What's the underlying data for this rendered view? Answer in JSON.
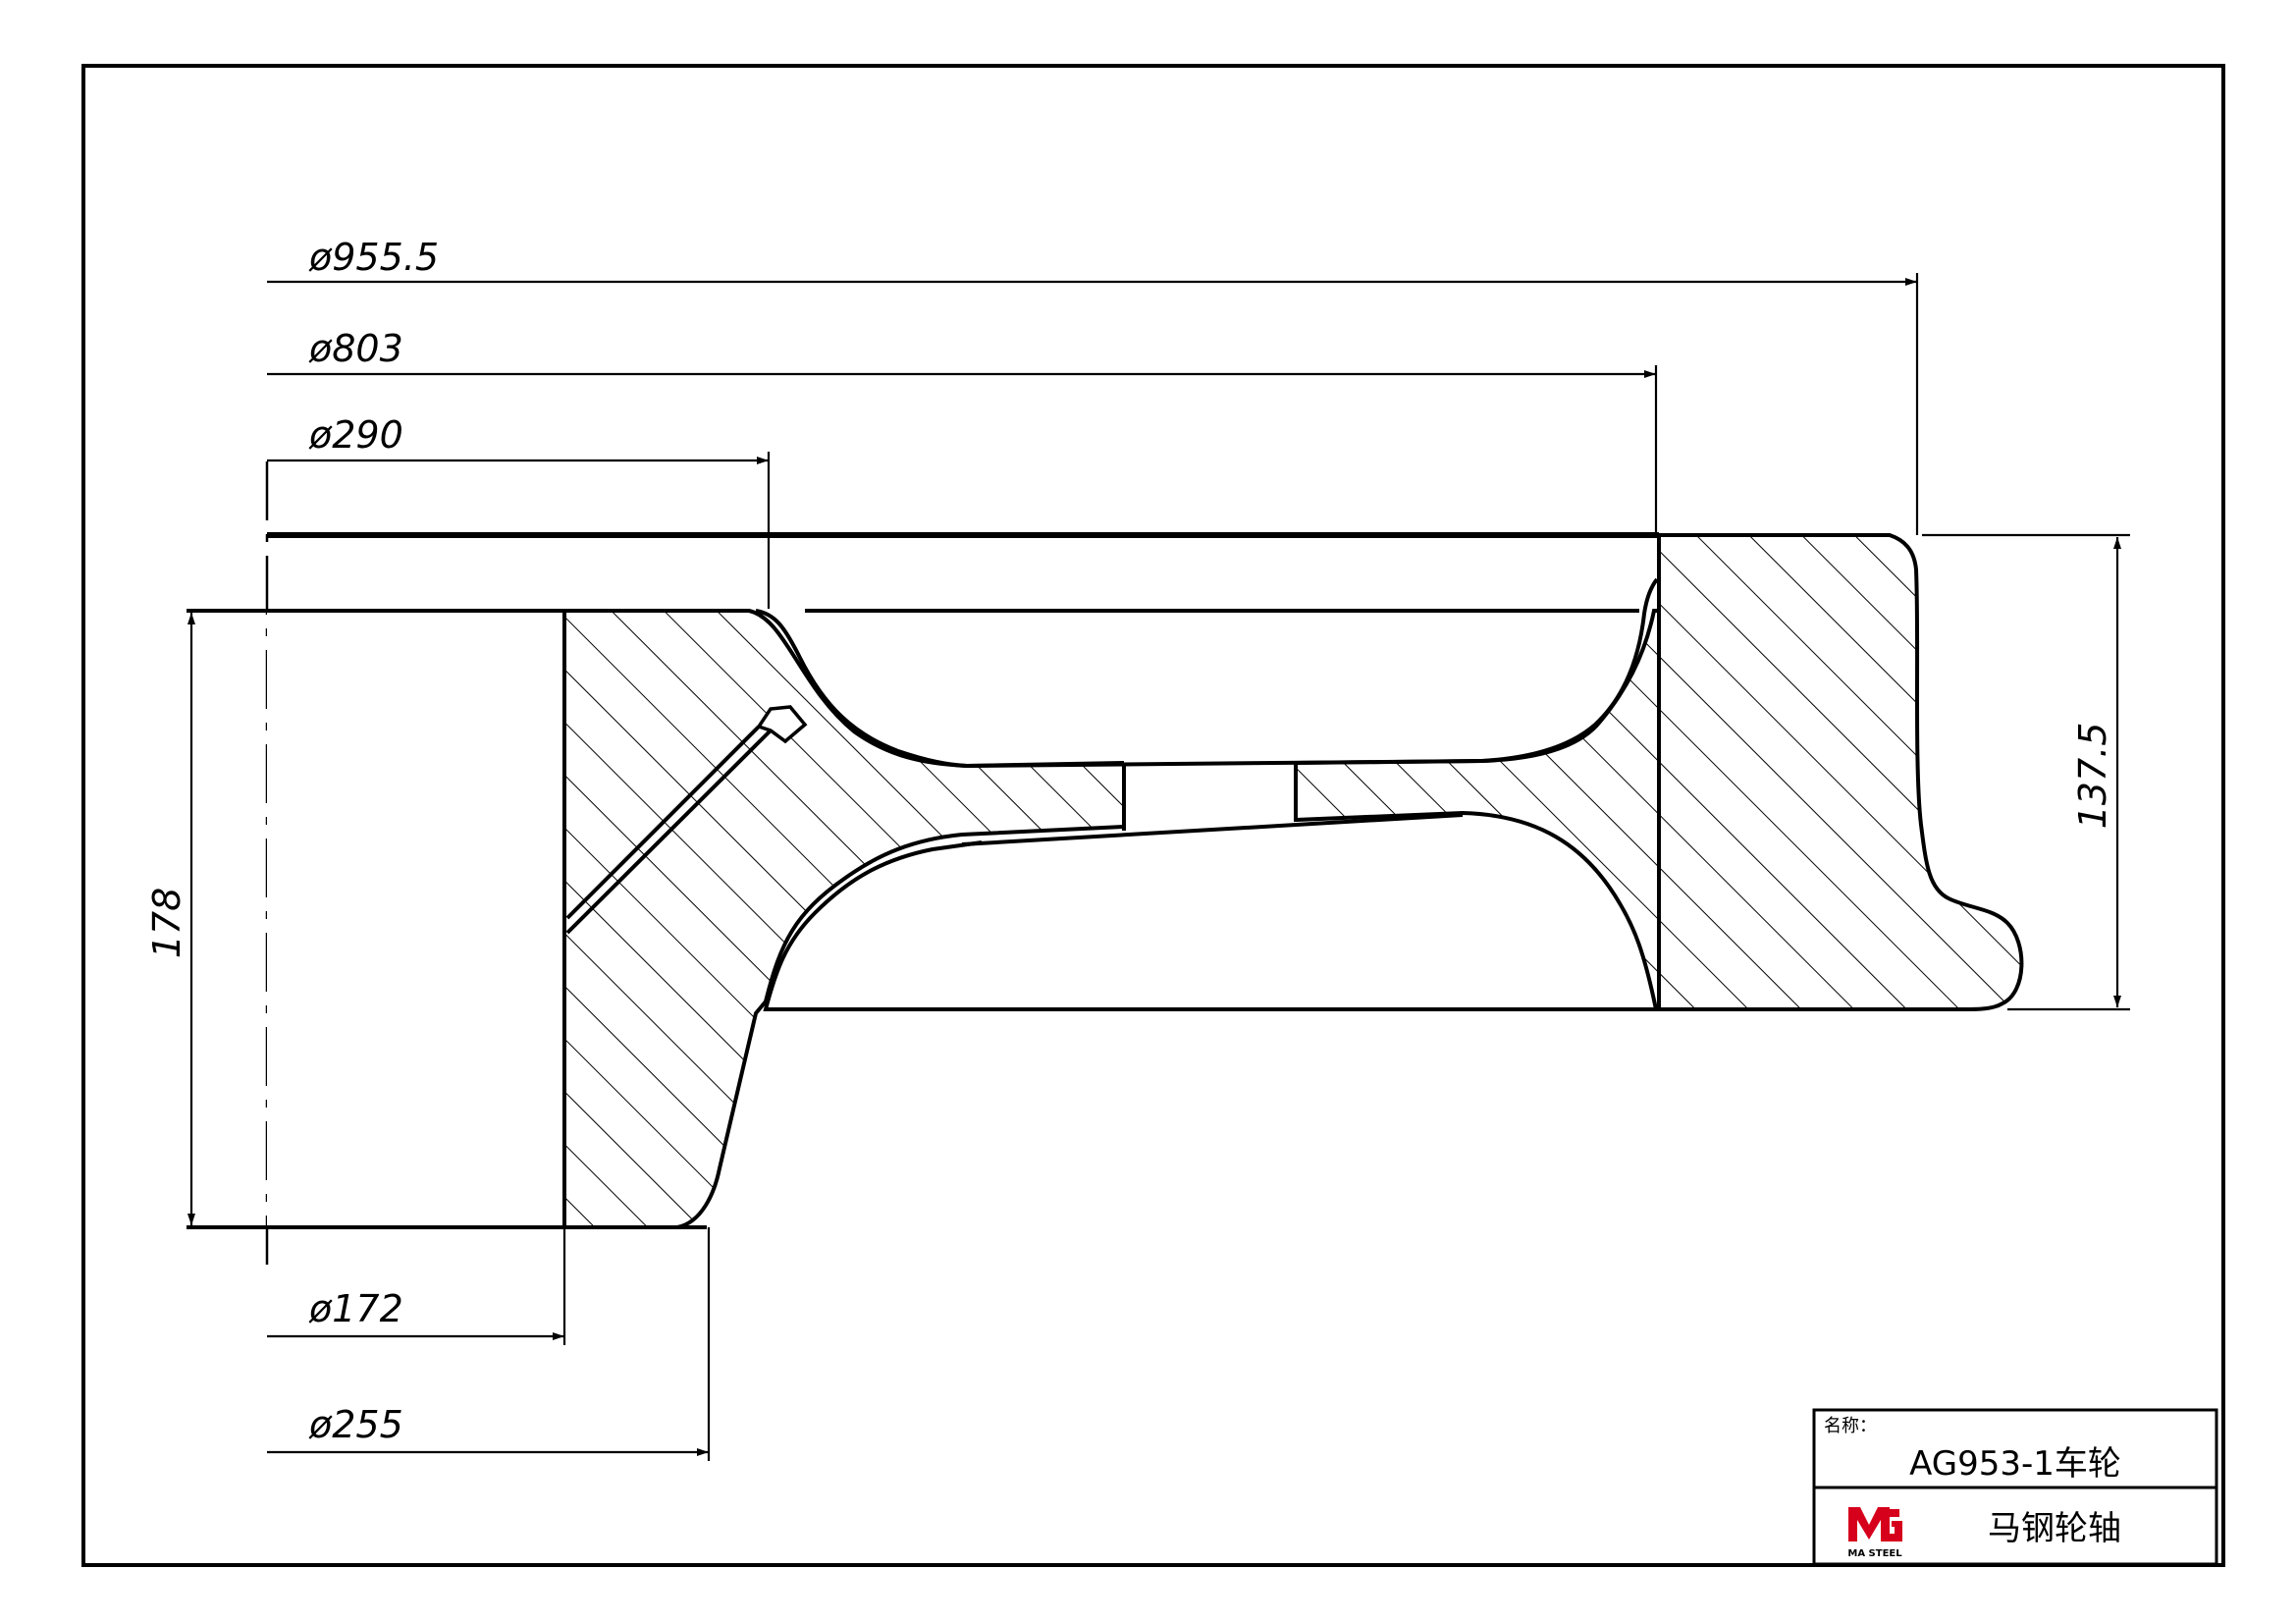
{
  "dimensions": {
    "d_outer": "ø955.5",
    "d_tread": "ø803",
    "d_hub_outer": "ø290",
    "d_bore": "ø172",
    "d_hub_base": "ø255",
    "hub_length": "178",
    "rim_width": "137.5"
  },
  "title_block": {
    "name_label": "名称：",
    "part_name": "AG953-1车轮",
    "company": "马钢轮轴",
    "logo_text": "MA STEEL"
  },
  "colors": {
    "line": "#000000",
    "logo": "#d6001c",
    "background": "#ffffff"
  }
}
